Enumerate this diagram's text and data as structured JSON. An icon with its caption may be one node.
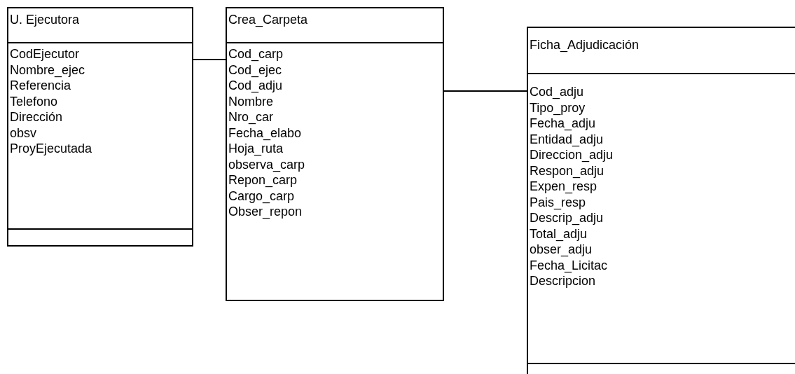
{
  "diagram": {
    "nodes": [
      {
        "text": [
          "U. Ejecutora",
          "CodEjecutor",
          "Nombre_ejec",
          "Referencia",
          "Telefono",
          "Dirección",
          "obsv",
          "ProyEjecutada"
        ]
      },
      {
        "text": [
          "Crea_Carpeta",
          "Cod_carp",
          "Cod_ejec",
          "Cod_adju",
          "Nombre",
          "Nro_car",
          "Fecha_elabo",
          "Hoja_ruta",
          "observa_carp",
          "Repon_carp",
          "Cargo_carp",
          "Obser_repon"
        ]
      },
      {
        "text": [
          "Ficha_Adjudicación",
          "Cod_adju",
          "Tipo_proy",
          "Fecha_adju",
          "Entidad_adju",
          "Direccion_adju",
          "Respon_adju",
          "Expen_resp",
          "Pais_resp",
          "Descrip_adju",
          "Total_adju",
          "obser_adju",
          "Fecha_Licitac",
          "Descripcion"
        ]
      }
    ],
    "edges": [
      {
        "from": 0,
        "to": 1,
        "arrow": "none"
      },
      {
        "from": 1,
        "to": 2,
        "arrow": "none"
      }
    ]
  }
}
